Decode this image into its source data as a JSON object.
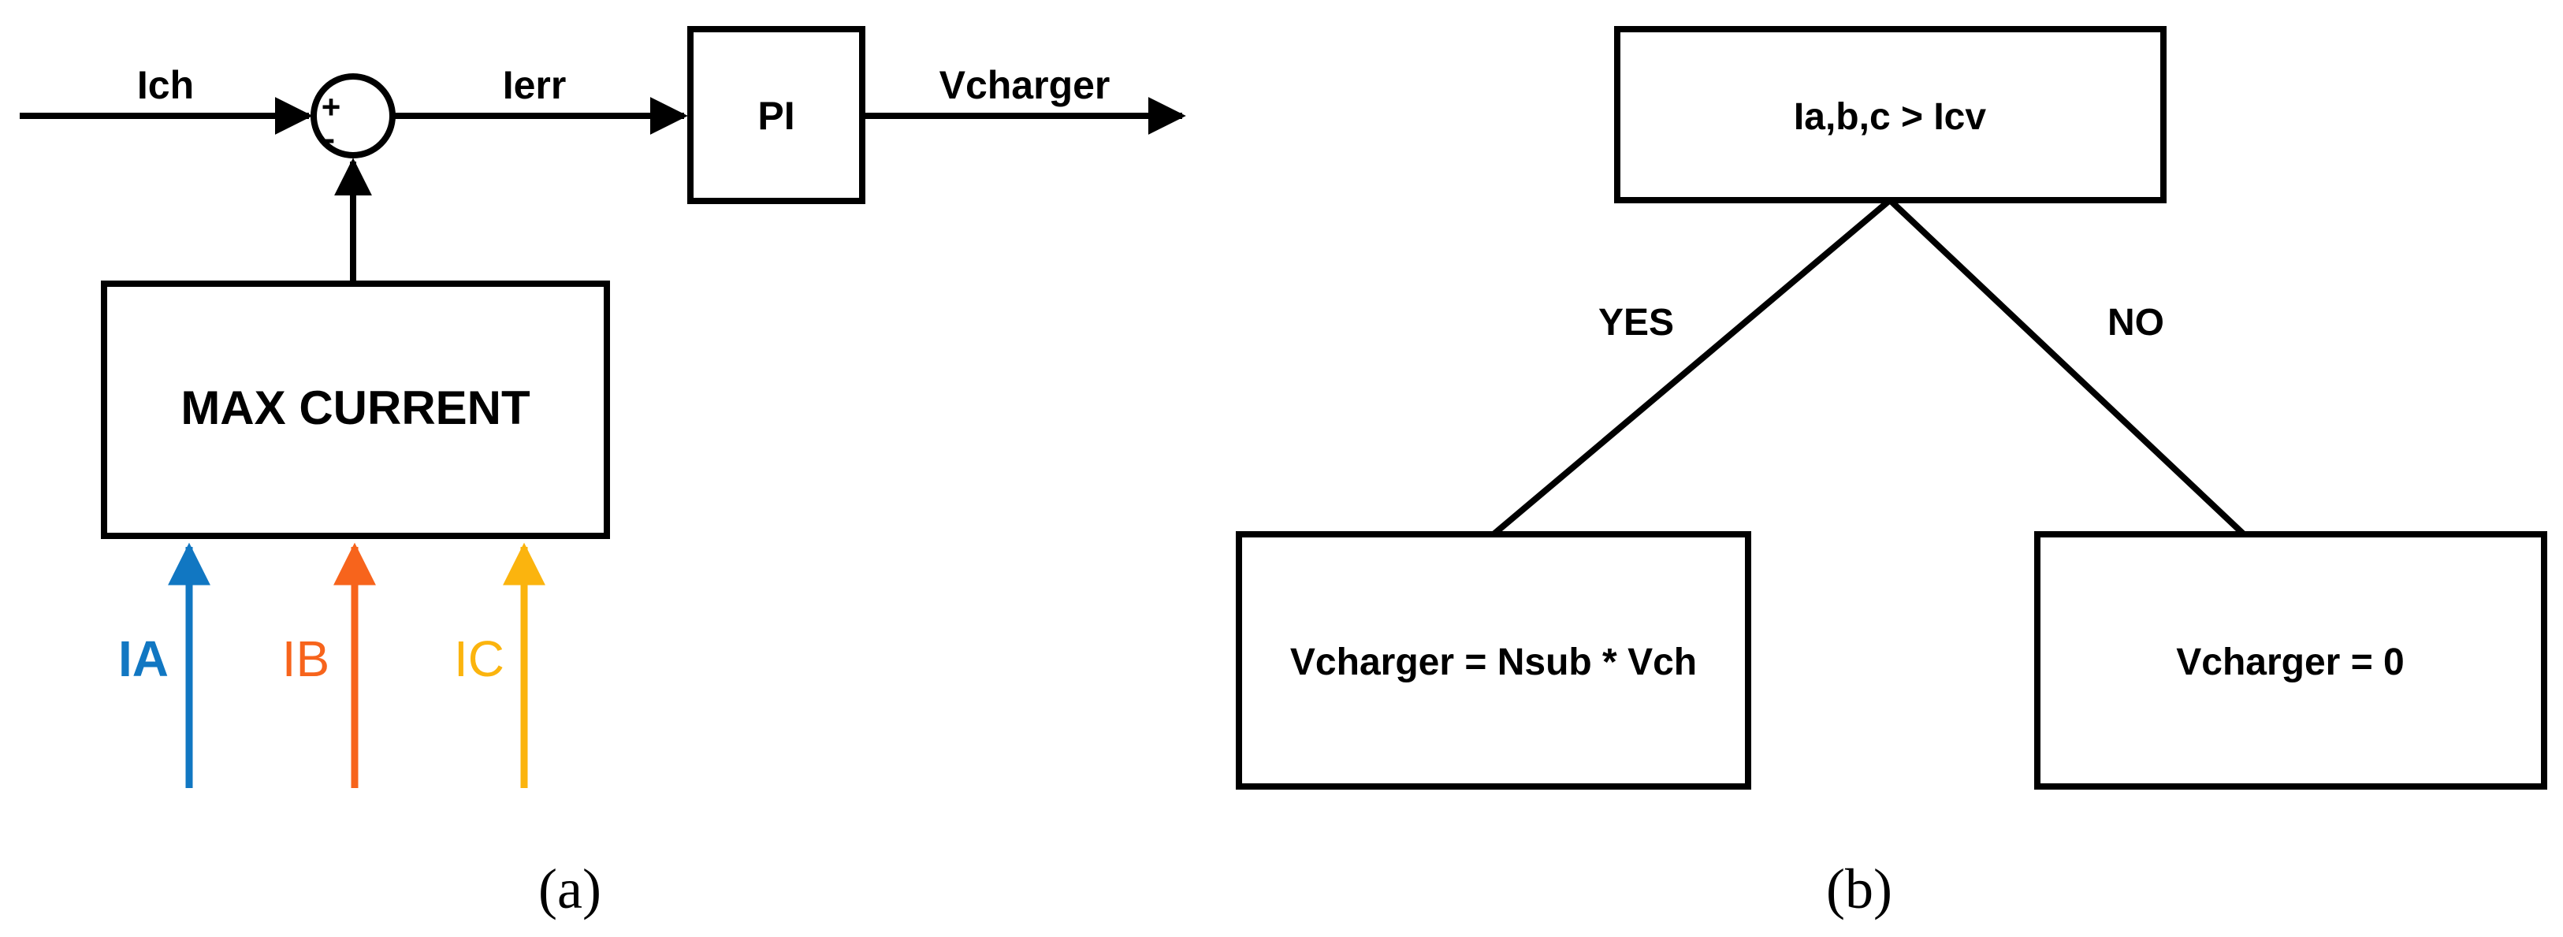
{
  "panel_a": {
    "input_label": "Ich",
    "plus_sign": "+",
    "minus_sign": "-",
    "error_label": "Ierr",
    "pi_block": "PI",
    "output_label": "Vcharger",
    "max_block": "MAX CURRENT",
    "phases": [
      {
        "label": "IA",
        "color": "#1177C2"
      },
      {
        "label": "IB",
        "color": "#F7641C"
      },
      {
        "label": "IC",
        "color": "#FBB40E"
      }
    ],
    "caption": "(a)"
  },
  "panel_b": {
    "condition": "Ia,b,c > Icv",
    "yes_label": "YES",
    "no_label": "NO",
    "yes_result": "Vcharger = Nsub * Vch",
    "no_result": "Vcharger = 0",
    "caption": "(b)"
  }
}
